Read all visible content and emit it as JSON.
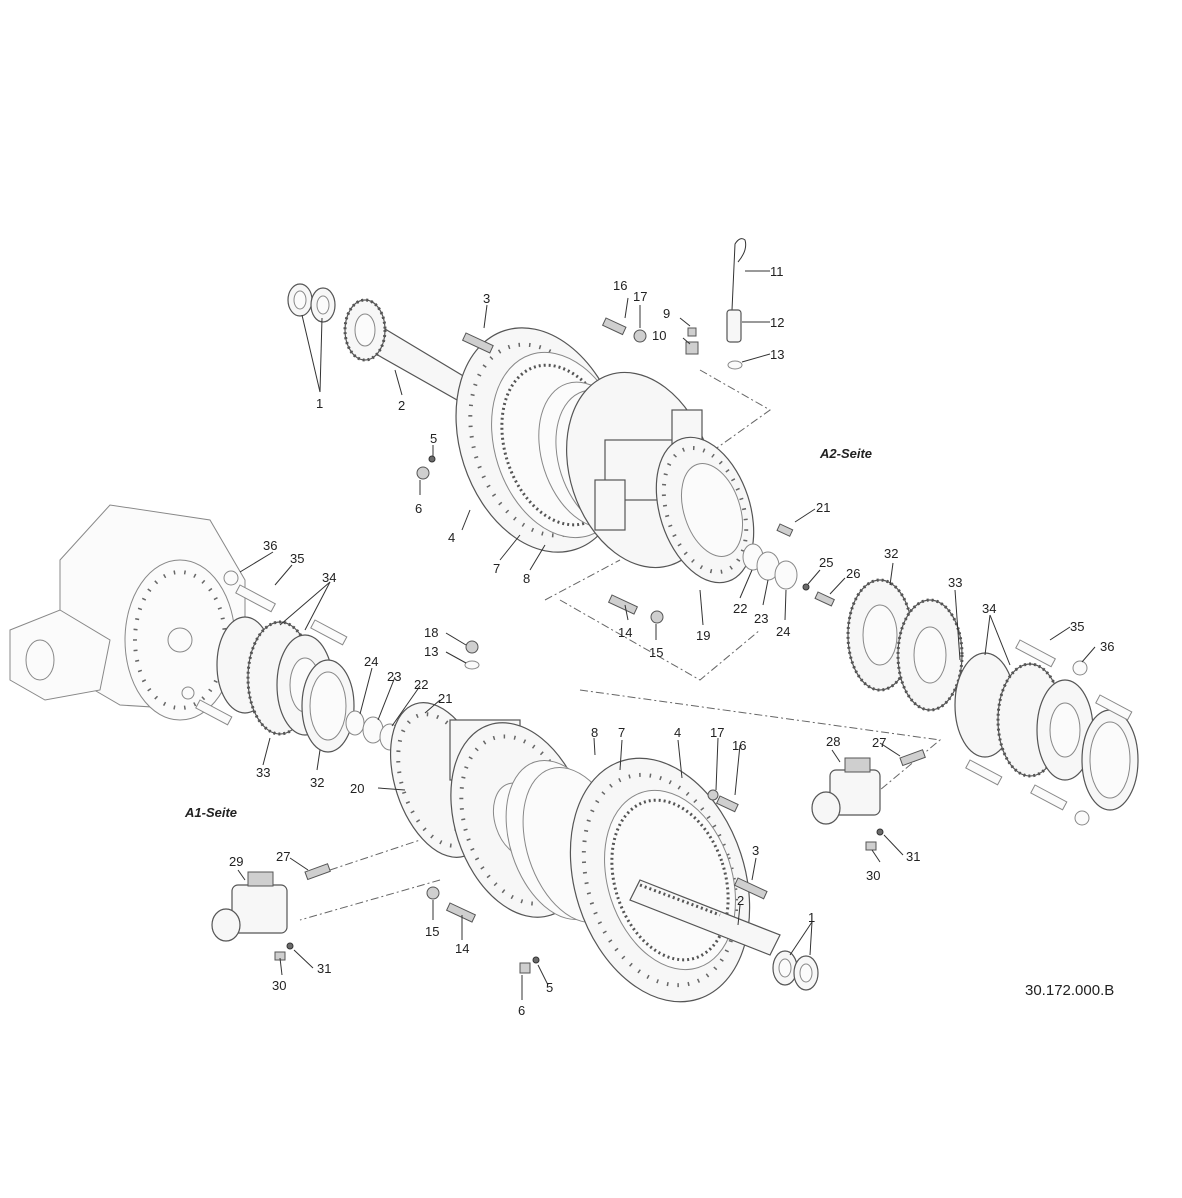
{
  "drawing_number": "30.172.000.B",
  "side_labels": {
    "a2": "A2-Seite",
    "a1": "A1-Seite"
  },
  "part_numbers": {
    "p1": "1",
    "p2": "2",
    "p3": "3",
    "p4": "4",
    "p5": "5",
    "p6": "6",
    "p7": "7",
    "p8": "8",
    "p9": "9",
    "p10": "10",
    "p11": "11",
    "p12": "12",
    "p13": "13",
    "p14": "14",
    "p15": "15",
    "p16": "16",
    "p17": "17",
    "p18": "18",
    "p19": "19",
    "p20": "20",
    "p21": "21",
    "p22": "22",
    "p23": "23",
    "p24": "24",
    "p25": "25",
    "p26": "26",
    "p27": "27",
    "p28": "28",
    "p29": "29",
    "p30": "30",
    "p31": "31",
    "p32": "32",
    "p33": "33",
    "p34": "34",
    "p35": "35",
    "p36": "36"
  }
}
